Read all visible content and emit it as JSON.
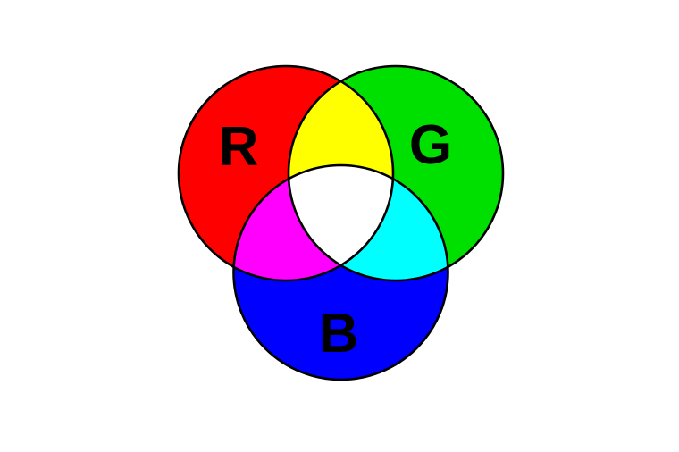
{
  "diagram": {
    "type": "venn",
    "background": "#ffffff",
    "stroke_color": "#000000",
    "stroke_width": 2.6,
    "labels": {
      "red": "R",
      "green": "G",
      "blue": "B",
      "text_color": "#000000"
    },
    "colors": {
      "red": "#ff0000",
      "green": "#00e000",
      "blue": "#0000ff",
      "red_green": "#ffff00",
      "red_blue": "#ff00ff",
      "green_blue": "#00ffff",
      "center": "#ffffff"
    }
  }
}
